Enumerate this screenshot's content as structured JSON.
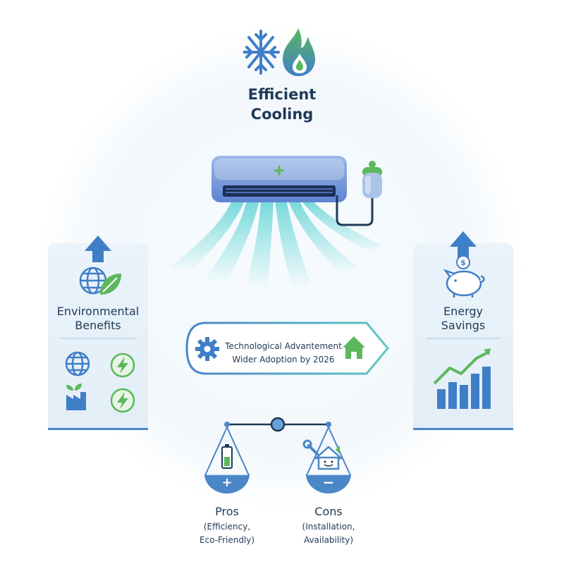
{
  "header": {
    "title_line1": "Efficient",
    "title_line2": "Cooling"
  },
  "left_panel": {
    "title_line1": "Environmental",
    "title_line2": "Benefits"
  },
  "right_panel": {
    "title_line1": "Energy",
    "title_line2": "Savings"
  },
  "banner": {
    "line1": "Technological Advantement",
    "line2": "Wider Adoption by 2026"
  },
  "balance": {
    "pros_title": "Pros",
    "pros_line1": "(Efficiency,",
    "pros_line2": "Eco-Friendly)",
    "cons_title": "Cons",
    "cons_line1": "(Installation,",
    "cons_line2": "Availability)",
    "plus_symbol": "+",
    "minus_symbol": "−"
  },
  "icons": {
    "top": [
      "snowflake-icon",
      "flame-icon"
    ],
    "left_panel": [
      "up-arrow-icon",
      "globe-icon",
      "leaf-icon",
      "energy-bolt-icon",
      "factory-icon"
    ],
    "right_panel": [
      "up-arrow-icon",
      "piggy-bank-icon",
      "coin-icon",
      "bar-chart-icon"
    ],
    "banner": [
      "gear-icon",
      "house-icon"
    ],
    "balance": [
      "battery-icon",
      "wrench-icon",
      "smiling-house-icon"
    ]
  },
  "colors": {
    "navy": "#1f3a57",
    "blue": "#4a86c8",
    "light_blue": "#eaf3fa",
    "green": "#5cb85c",
    "teal": "#5fd3d3"
  }
}
